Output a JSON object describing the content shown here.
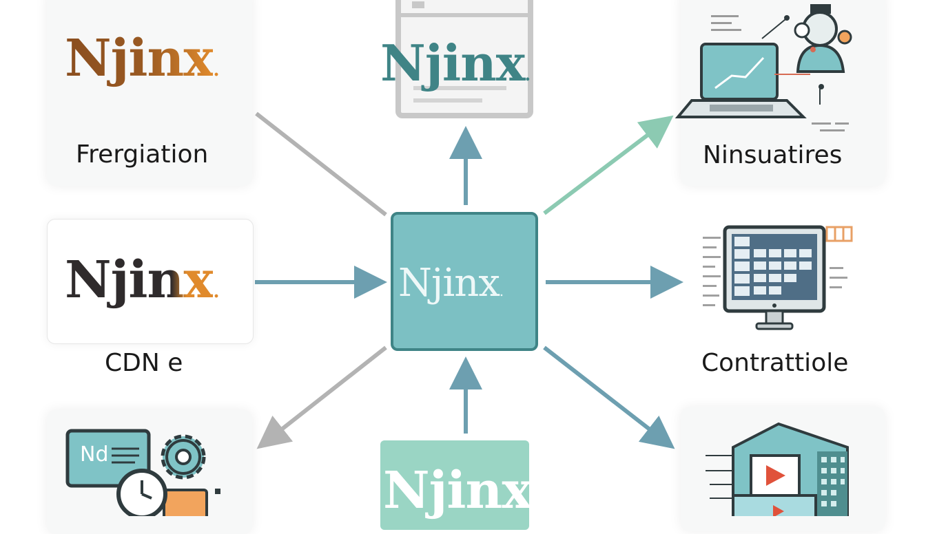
{
  "logos": {
    "top_left": "Njinx",
    "top_center": "Njinx",
    "middle_left": "Njinx",
    "center": "Njinx",
    "bottom_center": "Njinx",
    "logo_dot": "."
  },
  "labels": {
    "top_left": "Frergiation",
    "top_right": "Ninsuatires",
    "middle_left": "CDN e",
    "middle_right": "Contrattiole"
  },
  "icons": {
    "bottom_left_screen_text": "Nd"
  },
  "colors": {
    "brown": "#8a4e1f",
    "orange": "#e08a2c",
    "teal_dark": "#3f8486",
    "teal_center_fill": "#7cc0c3",
    "teal_light": "#8fd0be",
    "arrow_gray": "#b3b3b3",
    "arrow_blue": "#6d9fb0",
    "arrow_green": "#8ccab2",
    "dark_text": "#2f2b2c"
  }
}
